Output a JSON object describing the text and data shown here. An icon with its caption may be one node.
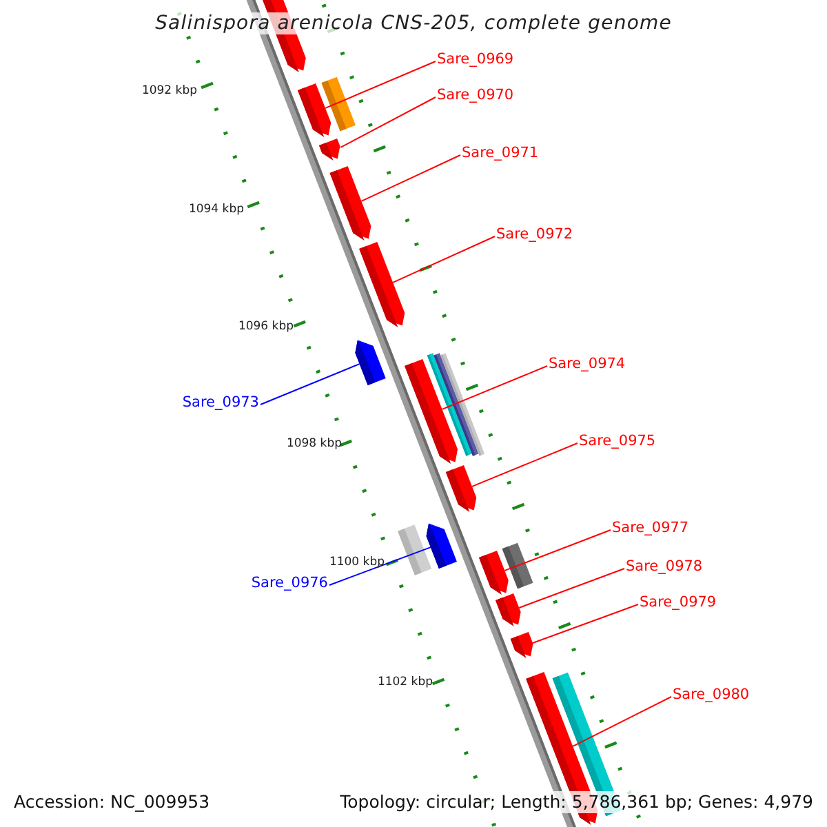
{
  "diagram": {
    "title": "Salinispora arenicola CNS-205, complete genome",
    "nodes": [
      {
        "text": [
          "Sare_0969"
        ]
      },
      {
        "text": [
          "Sare_0970"
        ]
      },
      {
        "text": [
          "Sare_0971"
        ]
      },
      {
        "text": [
          "Sare_0972"
        ]
      },
      {
        "text": [
          "Sare_0974"
        ]
      },
      {
        "text": [
          "Sare_0973"
        ]
      },
      {
        "text": [
          "Sare_0975"
        ]
      },
      {
        "text": [
          "Sare_0977"
        ]
      },
      {
        "text": [
          "Sare_0978"
        ]
      },
      {
        "text": [
          "Sare_0976"
        ]
      },
      {
        "text": [
          "Sare_0979"
        ]
      },
      {
        "text": [
          "Sare_0980"
        ]
      },
      {
        "text": [],
        "shape": "bar"
      },
      {
        "text": [],
        "shape": "bar"
      },
      {
        "text": [],
        "shape": "bar"
      },
      {
        "text": [],
        "shape": "bar"
      },
      {
        "text": [],
        "shape": "bar"
      },
      {
        "text": [],
        "shape": "bar"
      },
      {
        "text": [],
        "shape": "bar"
      },
      {
        "text": [],
        "shape": "bar"
      },
      {
        "text": [],
        "shape": "bar"
      },
      {
        "text": [],
        "shape": "bar"
      },
      {
        "text": [],
        "shape": "bar"
      },
      {
        "text": [],
        "shape": "bar"
      },
      {
        "text": [],
        "shape": "bar"
      }
    ],
    "edges": [
      {
        "from": 0,
        "to": 13,
        "arrow": "none"
      },
      {
        "from": 1,
        "to": 14,
        "arrow": "none"
      },
      {
        "from": 2,
        "to": 15,
        "arrow": "none"
      },
      {
        "from": 3,
        "to": 16,
        "arrow": "none"
      },
      {
        "from": 4,
        "to": 18,
        "arrow": "none"
      },
      {
        "from": 5,
        "to": 17,
        "arrow": "none",
        "color": "#0000ff"
      },
      {
        "from": 6,
        "to": 19,
        "arrow": "none"
      },
      {
        "from": 7,
        "to": 21,
        "arrow": "none"
      },
      {
        "from": 8,
        "to": 22,
        "arrow": "none"
      },
      {
        "from": 9,
        "to": 20,
        "arrow": "none",
        "color": "#0000ff"
      },
      {
        "from": 10,
        "to": 23,
        "arrow": "none"
      },
      {
        "from": 11,
        "to": 24,
        "arrow": "none"
      }
    ],
    "labels": [
      "1092 kbp",
      "1094 kbp",
      "1096 kbp",
      "1098 kbp",
      "1100 kbp",
      "1102 kbp",
      "Accession: NC_009953",
      "Topology: circular; Length: 5,786,361 bp; Genes: 4,979"
    ]
  }
}
